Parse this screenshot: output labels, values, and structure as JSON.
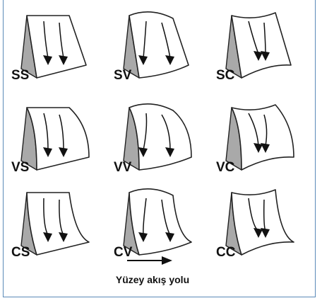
{
  "cells": [
    {
      "label": "SS",
      "profile": "straight",
      "plan": "straight"
    },
    {
      "label": "SV",
      "profile": "straight",
      "plan": "convex"
    },
    {
      "label": "SC",
      "profile": "straight",
      "plan": "concave"
    },
    {
      "label": "VS",
      "profile": "convex",
      "plan": "straight"
    },
    {
      "label": "VV",
      "profile": "convex",
      "plan": "convex"
    },
    {
      "label": "VC",
      "profile": "convex",
      "plan": "concave"
    },
    {
      "label": "CS",
      "profile": "concave",
      "plan": "straight"
    },
    {
      "label": "CV",
      "profile": "concave",
      "plan": "convex"
    },
    {
      "label": "CC",
      "profile": "concave",
      "plan": "concave"
    }
  ],
  "legend": {
    "label": "Yüzey akış yolu"
  },
  "colors": {
    "side": "#a9a9a9",
    "stroke": "#222222",
    "face": "#ffffff",
    "frame": "#5b8ab8"
  }
}
